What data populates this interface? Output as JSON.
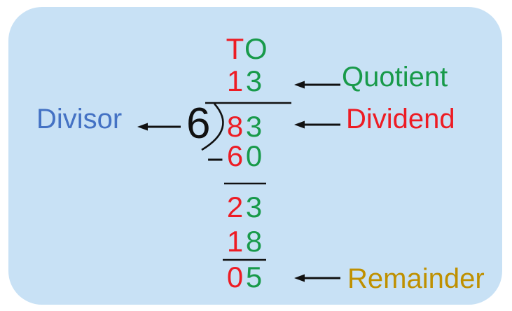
{
  "panel": {
    "background_color": "#C8E1F5"
  },
  "colors": {
    "tens_digit": "#ED1C24",
    "ones_digit": "#189A4A",
    "divisor_label": "#4472C4",
    "quotient_label": "#189A4A",
    "dividend_label": "#ED1C24",
    "remainder_label": "#BF9000",
    "ink": "#111111"
  },
  "place_header": {
    "tens": "T",
    "ones": "O"
  },
  "rows": {
    "quotient": {
      "tens": "1",
      "ones": "3"
    },
    "dividend": {
      "tens": "8",
      "ones": "3"
    },
    "step1_subtract": {
      "tens": "6",
      "ones": "0"
    },
    "step1_result": {
      "tens": "2",
      "ones": "3"
    },
    "step2_subtract": {
      "tens": "1",
      "ones": "8"
    },
    "final_remainder": {
      "tens": "0",
      "ones": "5"
    }
  },
  "divisor_value": "6",
  "minus_sign": "−",
  "labels": {
    "divisor": "Divisor",
    "quotient": "Quotient",
    "dividend": "Dividend",
    "remainder": "Remainder"
  }
}
